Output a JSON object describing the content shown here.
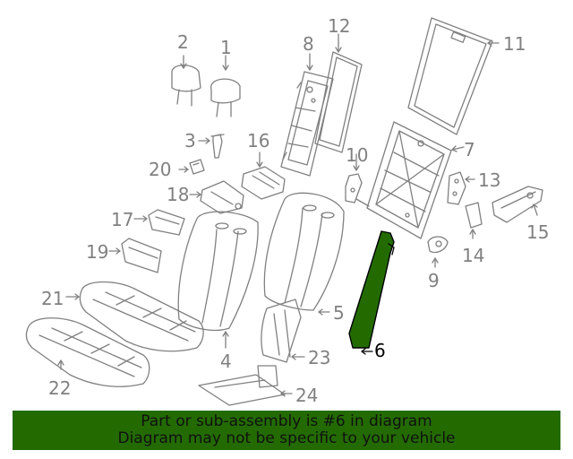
{
  "diagram": {
    "callouts": {
      "c1": "1",
      "c2": "2",
      "c3": "3",
      "c4": "4",
      "c5": "5",
      "c6": "6",
      "c7": "7",
      "c8": "8",
      "c9": "9",
      "c10": "10",
      "c11": "11",
      "c12": "12",
      "c13": "13",
      "c14": "14",
      "c15": "15",
      "c16": "16",
      "c17": "17",
      "c18": "18",
      "c19": "19",
      "c20": "20",
      "c21": "21",
      "c22": "22",
      "c23": "23",
      "c24": "24"
    },
    "highlighted_part": "6",
    "highlight_color": "#236b00",
    "line_color": "#808080"
  },
  "banner": {
    "line1": "Part or sub-assembly is #6 in diagram",
    "line2": "Diagram may not be specific to your vehicle",
    "background": "#236b00"
  }
}
